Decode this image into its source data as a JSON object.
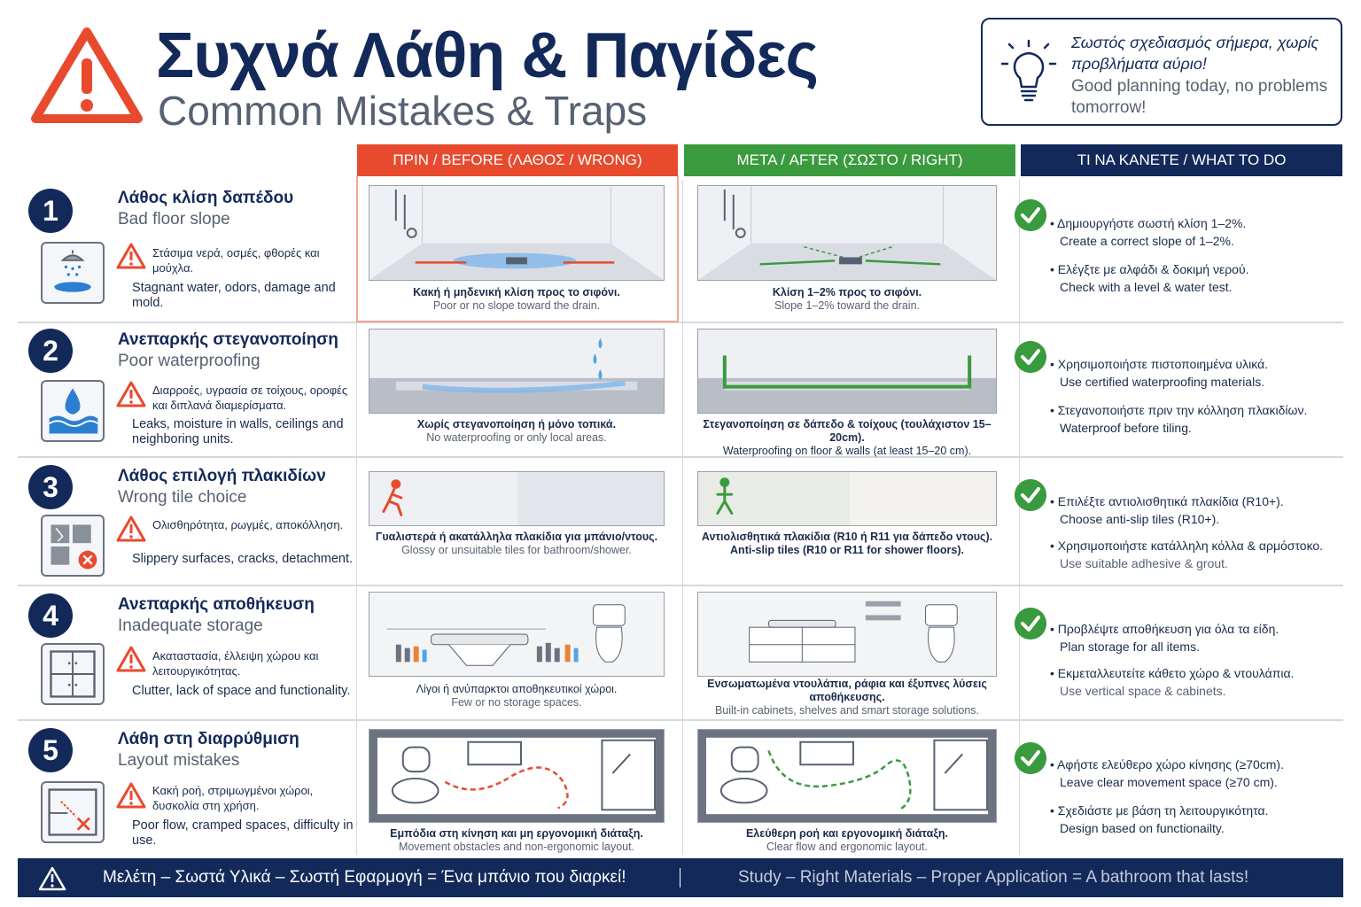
{
  "header": {
    "title_gr": "Συχνά Λάθη & Παγίδες",
    "title_en": "Common Mistakes & Traps",
    "tip_gr": "Σωστός σχεδιασμός σήμερα, χωρίς προβλήματα αύριο!",
    "tip_en": "Good planning today, no problems tomorrow!"
  },
  "columns": {
    "before": "ΠΡΙΝ / BEFORE (ΛΑΘΟΣ / WRONG)",
    "after": "ΜΕΤΑ / AFTER (ΣΩΣΤΟ / RIGHT)",
    "todo": "ΤΙ ΝΑ ΚΑΝΕΤΕ / WHAT TO DO"
  },
  "rows": [
    {
      "number": "1",
      "title_gr": "Λάθος κλίση δαπέδου",
      "title_en": "Bad floor slope",
      "problem_gr": "Στάσιμα νερά, οσμές, φθορές και μούχλα.",
      "problem_en": "Stagnant water, odors, damage and mold.",
      "icon": "shower-puddle-icon",
      "before_gr": "Κακή ή μηδενική κλίση προς το σιφόνι.",
      "before_en": "Poor or no slope toward the drain.",
      "after_gr": "Κλίση 1–2% προς το σιφόνι.",
      "after_en": "Slope 1–2% toward the drain.",
      "todo": [
        {
          "gr": "Δημιουργήστε σωστή κλίση 1–2%.",
          "en": "Create a correct slope of 1–2%."
        },
        {
          "gr": "Ελέγξτε με αλφάδι & δοκιμή νερού.",
          "en": "Check with a level & water test."
        }
      ]
    },
    {
      "number": "2",
      "title_gr": "Ανεπαρκής στεγανοποίηση",
      "title_en": "Poor waterproofing",
      "problem_gr": "Διαρροές, υγρασία σε τοίχους, οροφές και διπλανά διαμερίσματα.",
      "problem_en": "Leaks, moisture in walls, ceilings and neighboring units.",
      "icon": "water-drop-icon",
      "before_gr": "Χωρίς στεγανοποίηση ή μόνο τοπικά.",
      "before_en": "No waterproofing or only local areas.",
      "after_gr": "Στεγανοποίηση σε δάπεδο & τοίχους (τουλάχιστον 15–20cm).",
      "after_en": "Waterproofing on floor & walls (at least 15–20 cm).",
      "todo": [
        {
          "gr": "Χρησιμοποιήστε πιστοποιημένα υλικά.",
          "en": "Use certified waterproofing materials."
        },
        {
          "gr": "Στεγανοποιήστε πριν την κόλληση πλακιδίων.",
          "en": "Waterproof before tiling."
        }
      ]
    },
    {
      "number": "3",
      "title_gr": "Λάθος επιλογή πλακιδίων",
      "title_en": "Wrong tile choice",
      "problem_gr": "Ολισθηρότητα, ρωγμές, αποκόλληση.",
      "problem_en": "Slippery surfaces, cracks, detachment.",
      "icon": "broken-tile-icon",
      "before_gr": "Γυαλιστερά ή ακατάλληλα πλακίδια για μπάνιο/ντους.",
      "before_en": "Glossy or unsuitable tiles for bathroom/shower.",
      "after_gr": "Αντιολισθητικά πλακίδια (R10 ή R11 για δάπεδο ντους).",
      "after_en": "Anti-slip tiles (R10 or R11 for shower floors).",
      "todo": [
        {
          "gr": "Επιλέξτε αντιολισθητικά πλακίδια (R10+).",
          "en": "Choose anti-slip tiles (R10+)."
        },
        {
          "gr": "Χρησιμοποιήστε κατάλληλη κόλλα & αρμόστοκο.",
          "en": "Use suitable adhesive & grout."
        }
      ]
    },
    {
      "number": "4",
      "title_gr": "Ανεπαρκής αποθήκευση",
      "title_en": "Inadequate storage",
      "problem_gr": "Ακαταστασία, έλλειψη χώρου και λειτουργικότητας.",
      "problem_en": "Clutter, lack of space and functionality.",
      "icon": "cabinet-icon",
      "before_gr": "Λίγοι ή ανύπαρκτοι αποθηκευτικοί χώροι.",
      "before_en": "Few or no storage spaces.",
      "after_gr": "Ενσωματωμένα ντουλάπια, ράφια και έξυπνες λύσεις αποθήκευσης.",
      "after_en": "Built-in cabinets, shelves and smart storage solutions.",
      "todo": [
        {
          "gr": "Προβλέψτε αποθήκευση για όλα τα είδη.",
          "en": "Plan storage for all items."
        },
        {
          "gr": "Εκμεταλλευτείτε κάθετο χώρο & ντουλάπια.",
          "en": "Use vertical space & cabinets."
        }
      ]
    },
    {
      "number": "5",
      "title_gr": "Λάθη στη διαρρύθμιση",
      "title_en": "Layout mistakes",
      "problem_gr": "Κακή ροή, στριμωγμένοι χώροι, δυσκολία στη χρήση.",
      "problem_en": "Poor flow, cramped spaces, difficulty in use.",
      "icon": "floor-plan-icon",
      "before_gr": "Εμπόδια στη κίνηση και μη εργονομική διάταξη.",
      "before_en": "Movement obstacles and non-ergonomic layout.",
      "after_gr": "Ελεύθερη ροή και εργονομική διάταξη.",
      "after_en": "Clear flow and ergonomic layout.",
      "todo": [
        {
          "gr": "Αφήστε ελεύθερο χώρο κίνησης (≥70cm).",
          "en": "Leave clear movement space (≥70 cm)."
        },
        {
          "gr": "Σχεδιάστε με βάση τη λειτουργικότητα.",
          "en": "Design based on functionailty."
        }
      ]
    }
  ],
  "footer": {
    "gr": "Μελέτη – Σωστά Υλικά – Σωστή Εφαρμογή = Ένα μπάνιο που διαρκεί!",
    "en": "Study – Right Materials – Proper Application = A bathroom that lasts!"
  },
  "colors": {
    "navy": "#13295a",
    "red": "#e84a2e",
    "green": "#3a9a3e",
    "grey": "#586172"
  }
}
